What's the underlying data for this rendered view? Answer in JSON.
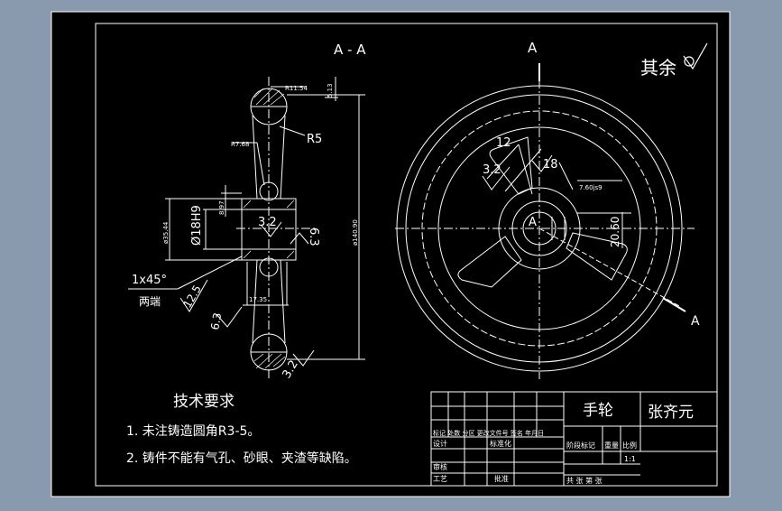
{
  "colors": {
    "canvas_bg": "#8a9aae",
    "paper": "#000000",
    "line": "#ffffff"
  },
  "drawing": {
    "section_title": "A - A",
    "section_mark_top": "A",
    "section_mark_bottom": "A",
    "center_mark": "A",
    "roughness_note": "其余",
    "dims": {
      "r11": "R11.54",
      "d513": "5.13",
      "r5": "R5",
      "r7": "R7.68",
      "d897": "8.97",
      "d3544": "ø35.44",
      "bore": "Ø18H9",
      "ra32_left": "3.2",
      "d63": "6.3",
      "d140": "ø140.90",
      "chamfer": "1x45°",
      "both_ends": "两端",
      "ra125": "12.5",
      "ra63b": "6.3",
      "d1735": "17.35",
      "d3p": "3.2",
      "h1": "12",
      "h2": "3.2",
      "h3": "18",
      "d760": "7.60js9",
      "d2060": "20.60"
    },
    "notes": {
      "heading": "技术要求",
      "item1": "1. 未注铸造圆角R3-5。",
      "item2": "2. 铸件不能有气孔、砂眼、夹渣等缺陷。"
    }
  },
  "title_block": {
    "part_name": "手轮",
    "author": "张齐元",
    "scale": "1:1",
    "row_marks": "标记 处数 分区 更改文件号 签名 年月日",
    "design": "设计",
    "std": "标准化",
    "stage_mark": "阶段标记",
    "weight": "重量",
    "scale_label": "比例",
    "audit": "审核",
    "process": "工艺",
    "approve": "批准",
    "sheets": "共   张 第   张"
  }
}
